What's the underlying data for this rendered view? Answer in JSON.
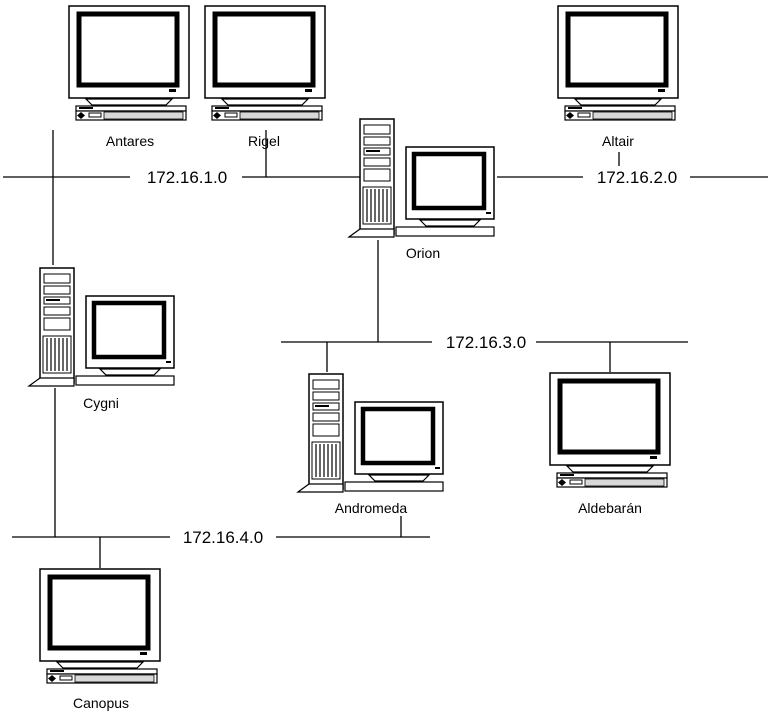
{
  "networks": [
    {
      "id": "net1",
      "label": "172.16.1.0"
    },
    {
      "id": "net2",
      "label": "172.16.2.0"
    },
    {
      "id": "net3",
      "label": "172.16.3.0"
    },
    {
      "id": "net4",
      "label": "172.16.4.0"
    }
  ],
  "hosts": [
    {
      "id": "antares",
      "label": "Antares",
      "type": "workstation"
    },
    {
      "id": "rigel",
      "label": "Rigel",
      "type": "workstation"
    },
    {
      "id": "altair",
      "label": "Altair",
      "type": "workstation"
    },
    {
      "id": "orion",
      "label": "Orion",
      "type": "server-tower"
    },
    {
      "id": "cygni",
      "label": "Cygni",
      "type": "server-tower"
    },
    {
      "id": "andromeda",
      "label": "Andromeda",
      "type": "server-tower"
    },
    {
      "id": "aldebaran",
      "label": "Aldebarán",
      "type": "workstation"
    },
    {
      "id": "canopus",
      "label": "Canopus",
      "type": "workstation"
    }
  ],
  "colors": {
    "line": "#000000",
    "background": "#ffffff",
    "drive_fill": "#d8d8d8"
  }
}
